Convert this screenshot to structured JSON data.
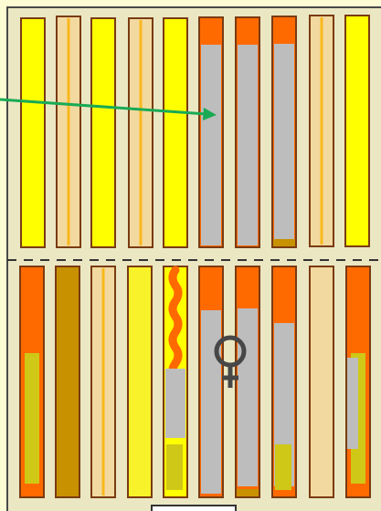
{
  "colors": {
    "page_bg": "#fdfbd3",
    "panel_bg": "#ebe7c3",
    "frame": "#4a4a4a",
    "outline": "#7a3b12",
    "yellow": "#ffff00",
    "tan": "#f2d9a0",
    "gold_line": "#f9b81c",
    "orange": "#ff6a00",
    "grey": "#bdbdbd",
    "olive": "#c79100",
    "pale_yellow": "#f7f22a",
    "lime_patch": "#cfc816",
    "arrow": "#1aaa55",
    "symbol": "#474747"
  },
  "top_row": [
    {
      "fill": "yellow"
    },
    {
      "fill": "tan",
      "stripe": "gold_line"
    },
    {
      "fill": "yellow"
    },
    {
      "fill": "tan",
      "stripe": "gold_line"
    },
    {
      "fill": "yellow"
    },
    {
      "fill": "orange",
      "grey_band": true
    },
    {
      "fill": "orange",
      "grey_band": true
    },
    {
      "fill": "orange",
      "grey_band": true,
      "olive_base": true
    },
    {
      "fill": "tan",
      "stripe": "gold_line"
    },
    {
      "fill": "yellow"
    }
  ],
  "bottom_row": [
    {
      "fill": "orange",
      "lime_patch": true
    },
    {
      "fill": "olive"
    },
    {
      "fill": "tan",
      "stripe": "gold_line"
    },
    {
      "fill": "pale_yellow"
    },
    {
      "fill": "yellow",
      "wavy_orange": true,
      "grey_band": true,
      "lime_base": true
    },
    {
      "fill": "orange",
      "grey_band": true
    },
    {
      "fill": "orange",
      "grey_band": true,
      "olive_base": true
    },
    {
      "fill": "orange",
      "grey_band": true,
      "lime_base": true
    },
    {
      "fill": "tan"
    },
    {
      "fill": "orange",
      "lime_patch": true,
      "grey_band": true
    }
  ],
  "symbols": {
    "female": "female-symbol"
  }
}
